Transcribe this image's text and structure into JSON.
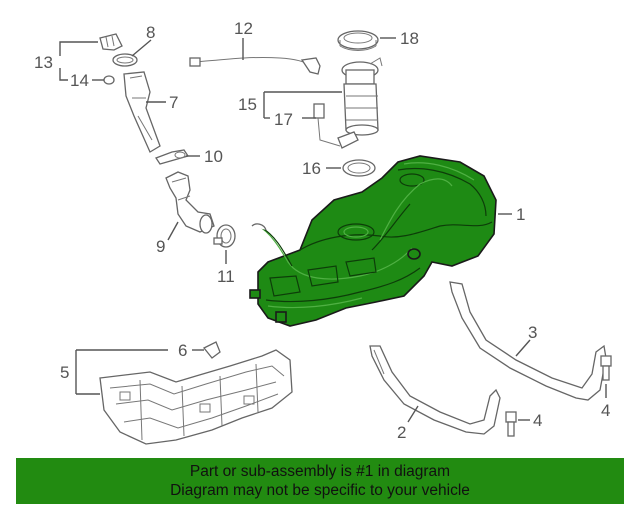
{
  "callouts": {
    "c1": "1",
    "c2": "2",
    "c3": "3",
    "c4": "4",
    "c5": "5",
    "c6": "6",
    "c7": "7",
    "c8": "8",
    "c9": "9",
    "c10": "10",
    "c11": "11",
    "c12": "12",
    "c13": "13",
    "c14": "14",
    "c15": "15",
    "c16": "16",
    "c17": "17",
    "c18": "18"
  },
  "colors": {
    "highlight": "#228b11",
    "line": "#555555"
  },
  "banner": {
    "line1": "Part or sub-assembly is #1 in diagram",
    "line2": "Diagram may not be specific to your vehicle"
  }
}
